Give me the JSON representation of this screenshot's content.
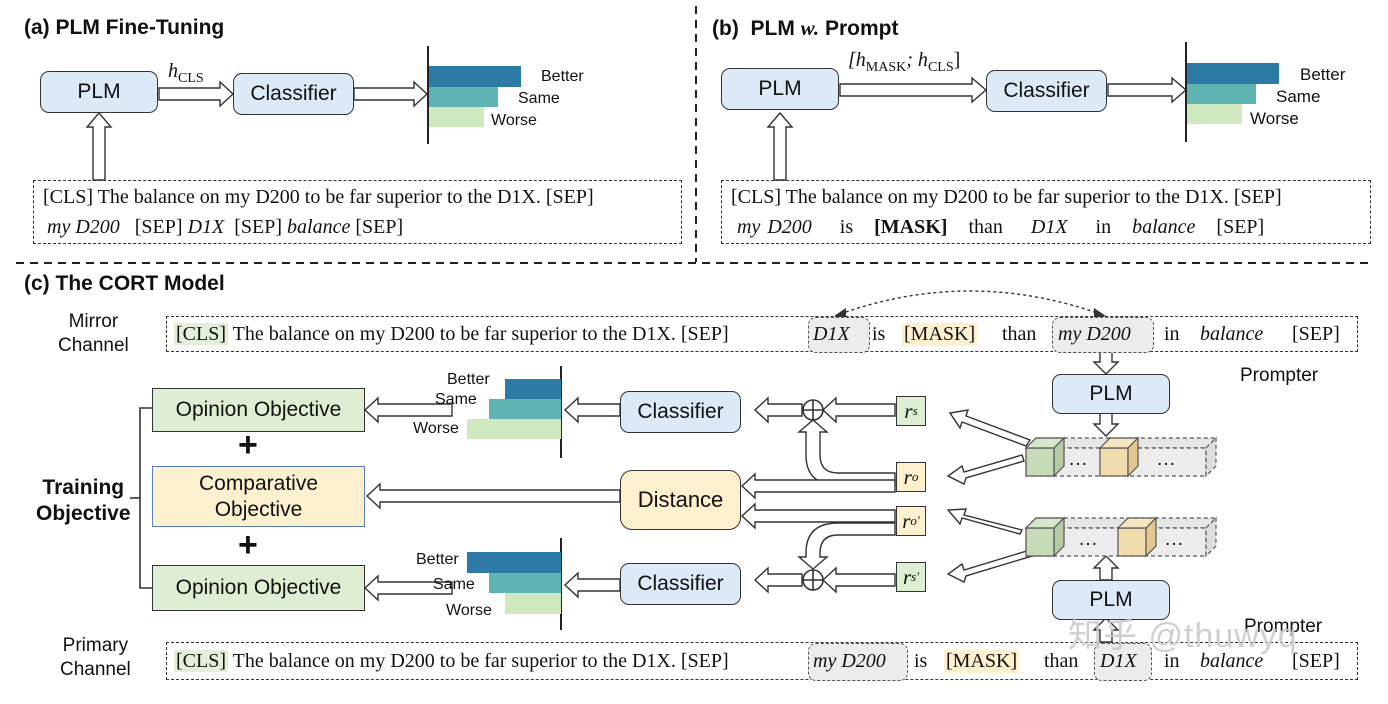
{
  "panel_a": {
    "title": "(a) PLM Fine-Tuning",
    "plm": "PLM",
    "classifier": "Classifier",
    "arrow_label_base": "h",
    "arrow_label_sub": "CLS",
    "bars": [
      "Better",
      "Same",
      "Worse"
    ],
    "input_line1": "[CLS] The balance on my D200 to be far superior to the D1X. [SEP]",
    "input_line2_parts": [
      "my D200",
      "[SEP]",
      "D1X",
      "[SEP]",
      "balance",
      "[SEP]"
    ]
  },
  "panel_b": {
    "title": "(b)  PLM ",
    "title_italic": "w.",
    "title_tail": " Prompt",
    "plm": "PLM",
    "classifier": "Classifier",
    "arrow_label": "[h",
    "arrow_sub1": "MASK",
    "arrow_mid": "; h",
    "arrow_sub2": "CLS",
    "arrow_end": "]",
    "bars": [
      "Better",
      "Same",
      "Worse"
    ],
    "input_line1": "[CLS] The balance on my D200 to be far superior to the D1X. [SEP]",
    "input_line2_parts": [
      "my D200",
      "is",
      "[MASK]",
      "than",
      "D1X",
      "in",
      "balance",
      "[SEP]"
    ]
  },
  "panel_c": {
    "title": "(c) The CORT Model",
    "mirror_label": [
      "Mirror",
      "Channel"
    ],
    "primary_label": [
      "Primary",
      "Channel"
    ],
    "mirror_sentence": {
      "cls": "[CLS]",
      "text": " The balance on my D200 to be far superior to the D1X. [SEP]",
      "slot1": "D1X",
      "is": "is",
      "mask": "[MASK]",
      "than": "than",
      "slot2": "my D200",
      "in": "in",
      "aspect": "balance",
      "sep": "[SEP]"
    },
    "primary_sentence": {
      "cls": "[CLS]",
      "text": " The balance on my D200 to be far superior to the D1X. [SEP]",
      "slot1": "my D200",
      "is": "is",
      "mask": "[MASK]",
      "than": "than",
      "slot2": "D1X",
      "in": "in",
      "aspect": "balance",
      "sep": "[SEP]"
    },
    "training_objective": [
      "Training",
      "Objective"
    ],
    "opinion_objective": "Opinion Objective",
    "comparative_objective": [
      "Comparative",
      "Objective"
    ],
    "plus": "+",
    "classifier": "Classifier",
    "distance": "Distance",
    "plm": "PLM",
    "prompter": "Prompter",
    "bars": [
      "Better",
      "Same",
      "Worse"
    ],
    "vectors": [
      "r",
      "r",
      "r",
      "r"
    ],
    "vector_subs": [
      "s",
      "o",
      "o",
      "s"
    ],
    "vector_primes": [
      "",
      "",
      "′",
      "′"
    ],
    "ellipsis": "…",
    "circle_plus": "⊕"
  },
  "watermark": "知乎 @thuwyq",
  "colors": {
    "bar_dark": "#2c7aa5",
    "bar_mid": "#5fb3b3",
    "bar_light": "#cfe8c0",
    "blue_box": "#dce9f6",
    "green_box": "#ddeed2",
    "yellow_box": "#fdf0cf",
    "token_green": "#c6dbb8",
    "token_yellow": "#f1dcae"
  }
}
